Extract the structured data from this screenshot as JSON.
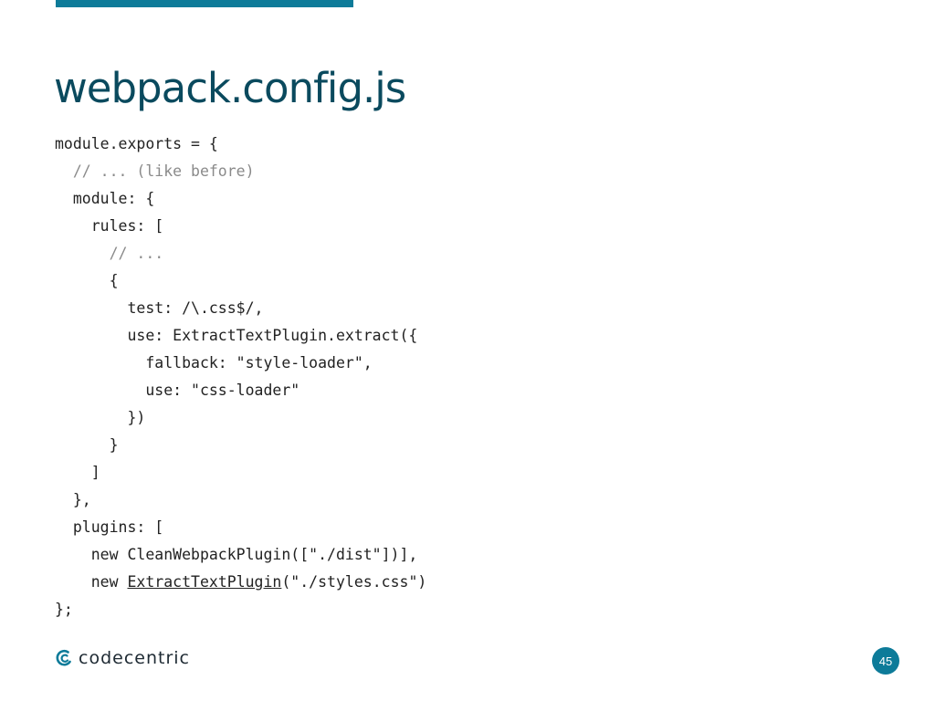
{
  "slide": {
    "title": "webpack.config.js",
    "page_number": "45",
    "accent_color": "#0d7b99",
    "title_color": "#0a4a5e",
    "comment_color": "#8a8a8a"
  },
  "code": {
    "lines": [
      "module.exports = {",
      "  // ... (like before)",
      "  module: {",
      "    rules: [",
      "      // ...",
      "      {",
      "        test: /\\.css$/,",
      "        use: ExtractTextPlugin.extract({",
      "          fallback: \"style-loader\",",
      "          use: \"css-loader\"",
      "        })",
      "      }",
      "    ]",
      "  },",
      "  plugins: [",
      "    new CleanWebpackPlugin([\"./dist\"])],",
      "    new ",
      "ExtractTextPlugin",
      "(\"./styles.css\")",
      "};"
    ]
  },
  "footer": {
    "logo_text": "codecentric",
    "logo_icon": "codecentric-logo-icon"
  }
}
